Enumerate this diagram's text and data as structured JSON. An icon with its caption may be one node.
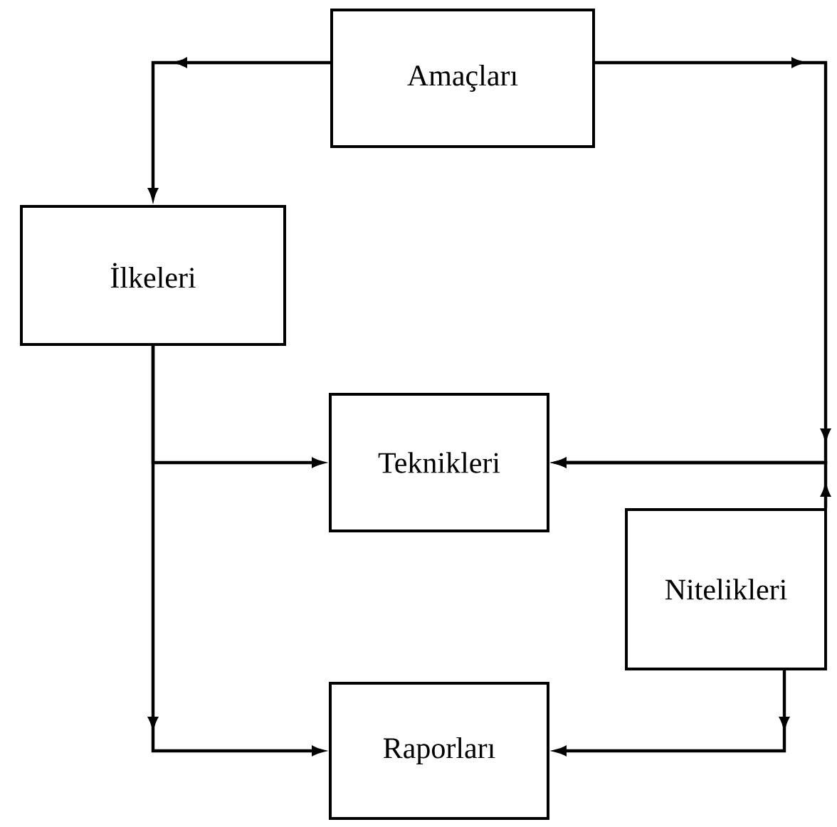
{
  "diagram": {
    "nodes": [
      {
        "text": [
          "Amaçları"
        ]
      },
      {
        "text": [
          "İlkeleri"
        ]
      },
      {
        "text": [
          "Teknikleri"
        ]
      },
      {
        "text": [
          "Nitelikleri"
        ]
      },
      {
        "text": [
          "Raporları"
        ]
      }
    ],
    "edges": [
      {
        "from": 0,
        "to": 1,
        "arrow": "to"
      },
      {
        "from": 0,
        "to": 2,
        "arrow": "to"
      },
      {
        "from": 1,
        "to": 2,
        "arrow": "to"
      },
      {
        "from": 1,
        "to": 4,
        "arrow": "to"
      },
      {
        "from": 3,
        "to": 2,
        "arrow": "to"
      },
      {
        "from": 3,
        "to": 4,
        "arrow": "to"
      }
    ]
  }
}
